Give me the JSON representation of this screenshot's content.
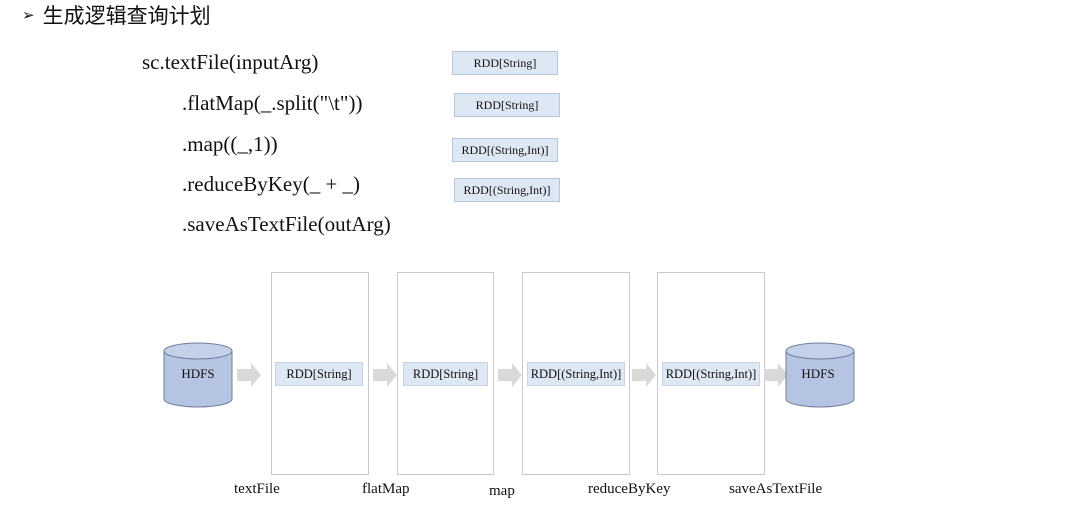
{
  "heading": {
    "bullet": "➢",
    "title": "生成逻辑查询计划"
  },
  "code": [
    {
      "text": "sc.textFile(inputArg)",
      "type": "RDD[String]"
    },
    {
      "text": ".flatMap(_.split(\"\\t\"))",
      "type": "RDD[String]"
    },
    {
      "text": ".map((_,1))",
      "type": "RDD[(String,Int)]"
    },
    {
      "text": ".reduceByKey(_ + _)",
      "type": "RDD[(String,Int)]"
    },
    {
      "text": ".saveAsTextFile(outArg)",
      "type": null
    }
  ],
  "diagram": {
    "source": "HDFS",
    "sink": "HDFS",
    "stages": [
      {
        "rdd": "RDD[String]",
        "op": "textFile"
      },
      {
        "rdd": "RDD[String]",
        "op": "flatMap"
      },
      {
        "rdd": "RDD[(String,Int)]",
        "op": "map"
      },
      {
        "rdd": "RDD[(String,Int)]",
        "op": "reduceByKey"
      }
    ],
    "final_op": "saveAsTextFile",
    "colors": {
      "cylinder_fill": "#b4c4e2",
      "cylinder_stroke": "#6f7f99",
      "rdd_fill": "#dde8f4",
      "arrow": "#d9d9d9",
      "stage_border": "#c9c9c9"
    }
  }
}
